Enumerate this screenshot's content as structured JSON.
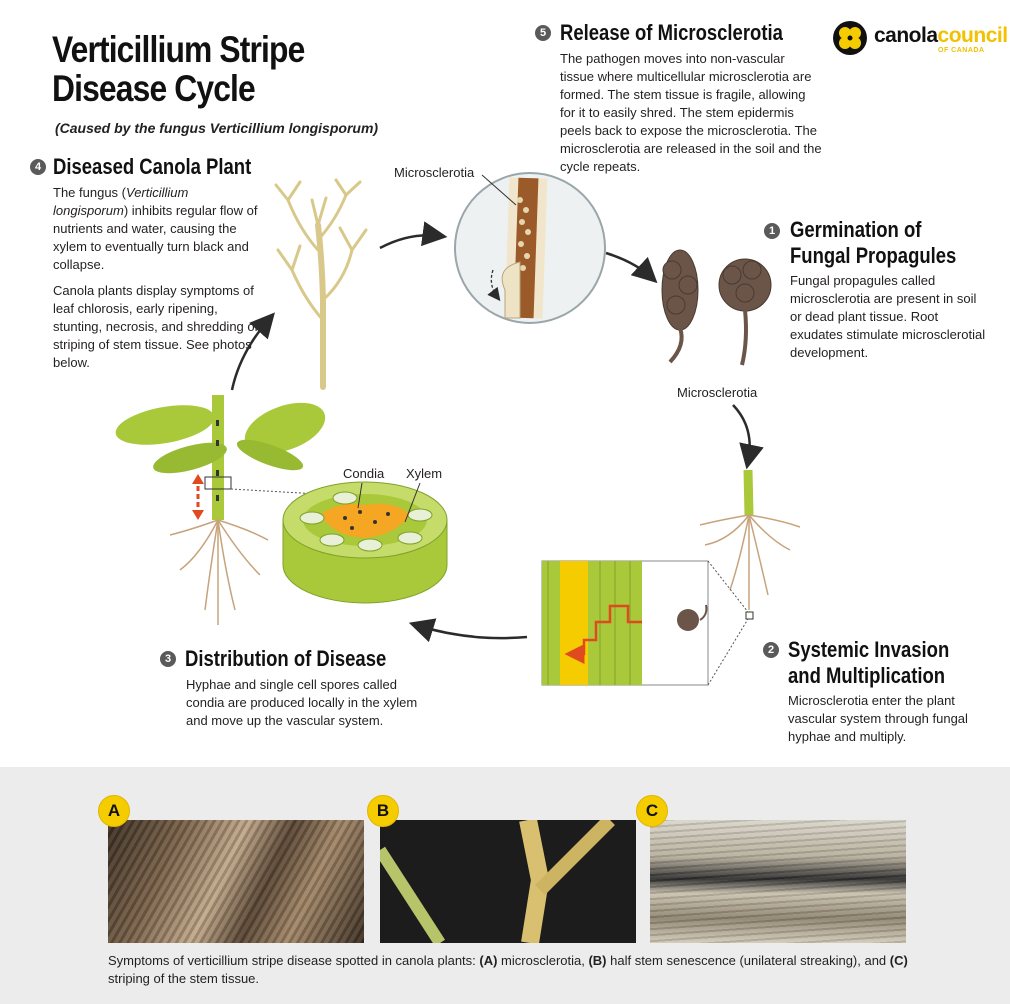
{
  "title_line1": "Verticillium Stripe",
  "title_line2": "Disease Cycle",
  "subtitle": "(Caused by the fungus Verticillium longisporum)",
  "logo": {
    "part1": "canola",
    "part2": "council",
    "sub": "OF CANADA"
  },
  "steps": {
    "s1": {
      "num": "1",
      "head1": "Germination of",
      "head2": "Fungal Propagules",
      "text": "Fungal propagules called microsclerotia are present in soil or dead plant tissue. Root exudates stimulate microsclerotial development."
    },
    "s2": {
      "num": "2",
      "head1": "Systemic Invasion",
      "head2": "and Multiplication",
      "text": "Microsclerotia enter the plant vascular system through fungal hyphae and multiply."
    },
    "s3": {
      "num": "3",
      "head1": "Distribution of Disease",
      "text": "Hyphae and single cell spores called condia are produced locally in the xylem and move up the vascular system."
    },
    "s4": {
      "num": "4",
      "head1": "Diseased Canola Plant",
      "text1_pre": "The fungus (",
      "text1_it": "Verticillium longisporum",
      "text1_post": ") inhibits regular flow of nutrients and water, causing the xylem to eventually turn black and collapse.",
      "text2": "Canola plants display symptoms of leaf chlorosis, early ripening, stunting, necrosis, and shredding or striping of stem tissue. See photos below."
    },
    "s5": {
      "num": "5",
      "head1": "Release of Microsclerotia",
      "text": "The pathogen moves into non-vascular tissue where multicellular microsclerotia are formed. The stem tissue is fragile, allowing for it to easily shred. The stem epidermis peels back to expose the microsclerotia. The microsclerotia are released in the soil and the cycle repeats."
    }
  },
  "labels": {
    "microsclerotia_top": "Microsclerotia",
    "microsclerotia_right": "Microsclerotia",
    "condia": "Condia",
    "xylem": "Xylem"
  },
  "photos": [
    {
      "badge": "A"
    },
    {
      "badge": "B"
    },
    {
      "badge": "C"
    }
  ],
  "caption": {
    "pre": "Symptoms of verticillium stripe disease spotted in canola plants: ",
    "a_tag": "(A)",
    "a_text": " microsclerotia, ",
    "b_tag": "(B)",
    "b_text": " half stem senescence (unilateral streaking), and ",
    "c_tag": "(C)",
    "c_text": " striping of the stem tissue."
  },
  "colors": {
    "accent_yellow": "#f5cc00",
    "stem_green": "#a9c93a",
    "arrow_red": "#e04a1f",
    "microsclerotia_brown": "#6b5548"
  }
}
